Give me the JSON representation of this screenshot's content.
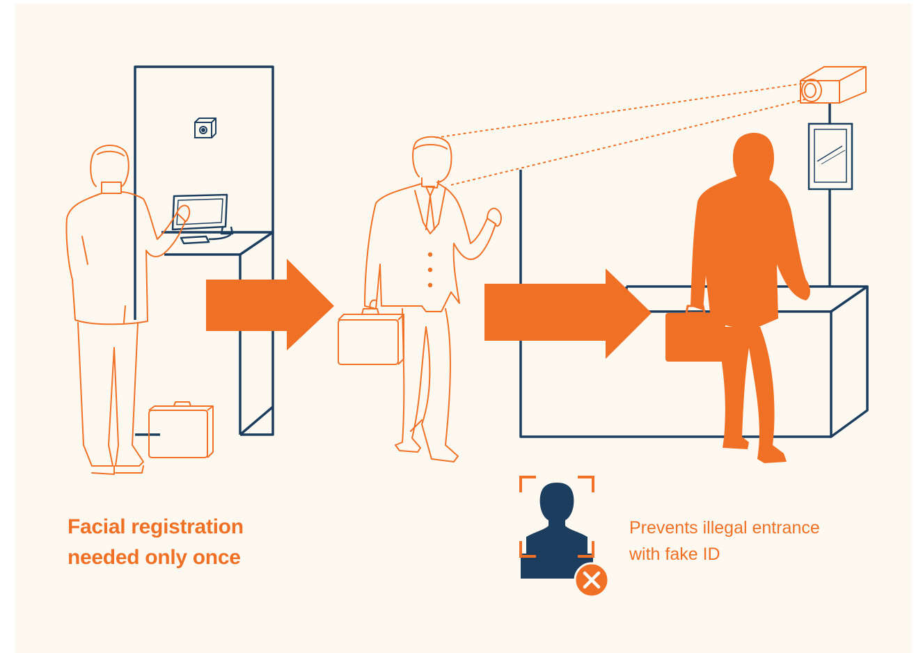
{
  "colors": {
    "background": "#fdf8f0",
    "accent_orange": "#f07025",
    "navy": "#1b3d5e"
  },
  "steps": [
    {
      "id": "registration",
      "icon": "registration-kiosk"
    },
    {
      "id": "identification",
      "icon": "camera-face-scan"
    },
    {
      "id": "entrance",
      "icon": "security-gate"
    }
  ],
  "registration_caption": {
    "line1": "Facial registration",
    "line2": "needed only once"
  },
  "fake_id_caption": {
    "line1": "Prevents illegal entrance",
    "line2": "with fake ID"
  },
  "icons": [
    "face-scan-reject-icon",
    "reject-x-icon",
    "surveillance-camera-icon",
    "arrow-right-icon"
  ]
}
